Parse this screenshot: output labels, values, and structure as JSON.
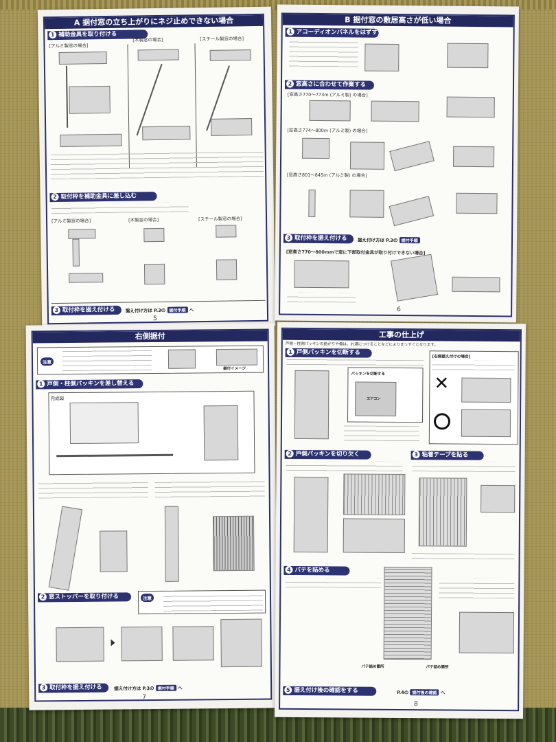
{
  "page5": {
    "header": "A 据付窓の立ち上がりにネジ止めできない場合",
    "sec1": {
      "num": "1",
      "title": "補助金具を取り付ける"
    },
    "sub_alum": "[アルミ製窓の場合]",
    "sub_wood": "[木製窓の場合]",
    "sub_steel": "[スチール製窓の場合]",
    "sec2": {
      "num": "2",
      "title": "取付枠を補助金具に差し込む"
    },
    "sub2_alum": "[アルミ製窓の場合]",
    "sub2_wood": "[木製窓の場合]",
    "sub2_steel": "[スチール製窓の場合]",
    "sec3": {
      "num": "3",
      "title": "取付枠を据え付ける"
    },
    "footer_ref": "据え付け方は P.3の",
    "footer_pill": "据付手順",
    "page_num": "5"
  },
  "page6": {
    "header": "B 据付窓の敷居高さが低い場合",
    "sec1": {
      "num": "1",
      "title": "アコーディオンパネルをはずす"
    },
    "sec2": {
      "num": "2",
      "title": "窓高さに合わせて作業する"
    },
    "case1": "[窓高さ770〜773m (アルミ製) の場合]",
    "case2": "[窓高さ774〜800m (アルミ製) の場合]",
    "case3": "[窓高さ801〜845m (アルミ製) の場合]",
    "sec3": {
      "num": "3",
      "title": "取付枠を据え付ける"
    },
    "sec3_ref": "据え付け方は P.3の",
    "sec3_pill": "据付手順",
    "case4": "[窓高さ770〜800mmで窓に下部取付金具が取り付けできない場合]",
    "page_num": "6"
  },
  "page7": {
    "header": "右側据付",
    "caution_label": "注意",
    "install_image": "据付イメージ",
    "sec1": {
      "num": "1",
      "title": "戸側・柱側パッキンを差し替える"
    },
    "complete_label": "完成図",
    "sec2": {
      "num": "2",
      "title": "窓ストッパーを取り付ける"
    },
    "caution2_label": "注意",
    "sec3": {
      "num": "3",
      "title": "取付枠を据え付ける"
    },
    "footer_ref": "据え付け方は P.3の",
    "footer_pill": "据付手順",
    "page_num": "7"
  },
  "page8": {
    "header": "工事の仕上げ",
    "intro": "戸側・柱側パッキンの曲がりや傷は、お湯につけることなどによりまっすぐとなります。",
    "sec1": {
      "num": "1",
      "title": "戸側パッキンを切断する"
    },
    "right_case": "[右側据え付けの場合]",
    "cut_label": "パッキンを切断する",
    "aircon_label": "エアコン",
    "sec2": {
      "num": "2",
      "title": "戸側パッキンを切り欠く"
    },
    "sec3": {
      "num": "3",
      "title": "粘着テープを貼る"
    },
    "sec4": {
      "num": "4",
      "title": "パテを詰める"
    },
    "putty_label1": "パテ詰め箇所",
    "putty_label2": "パテ詰め箇所",
    "sec5": {
      "num": "5",
      "title": "据え付け後の確認をする"
    },
    "footer_ref": "P.4の",
    "footer_pill": "据付後の確認",
    "page_num": "8"
  }
}
